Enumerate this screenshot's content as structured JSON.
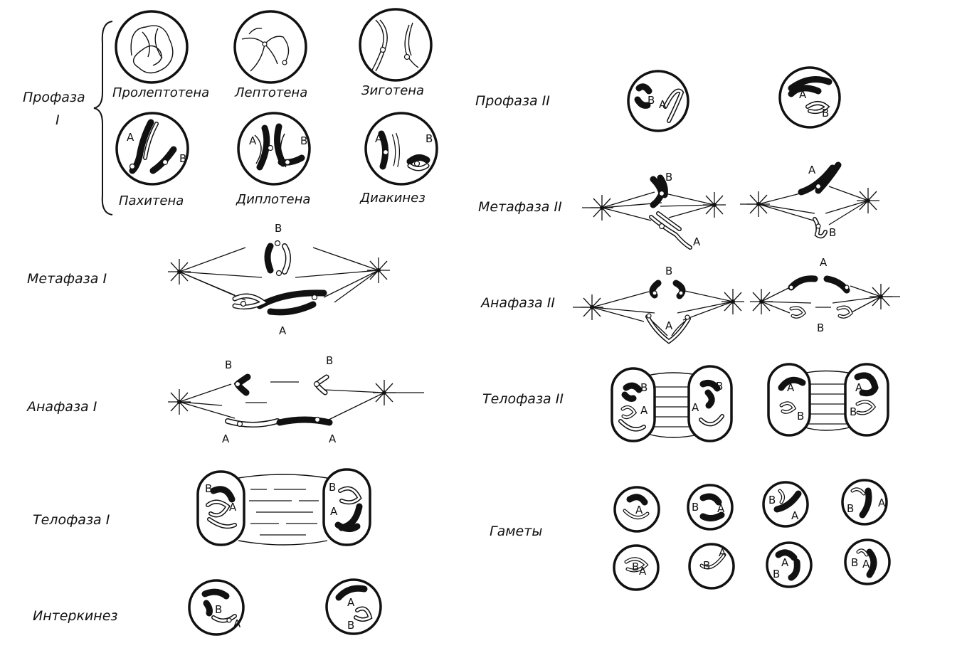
{
  "prophase1": {
    "label_line1": "Профаза",
    "label_line2": "I",
    "substages": [
      "Пролептотена",
      "Лептотена",
      "Зиготена",
      "Пахитена",
      "Диплотена",
      "Диакинез"
    ]
  },
  "left_stages": {
    "metaphase1": "Метафаза I",
    "anaphase1": "Анафаза I",
    "telophase1": "Телофаза I",
    "interkinesis": "Интеркинез"
  },
  "right_stages": {
    "prophase2": "Профаза II",
    "metaphase2": "Метафаза II",
    "anaphase2": "Анафаза II",
    "telophase2": "Телофаза II",
    "gametes": "Гаметы"
  },
  "chromosome_labels": {
    "a": "A",
    "b": "B"
  }
}
